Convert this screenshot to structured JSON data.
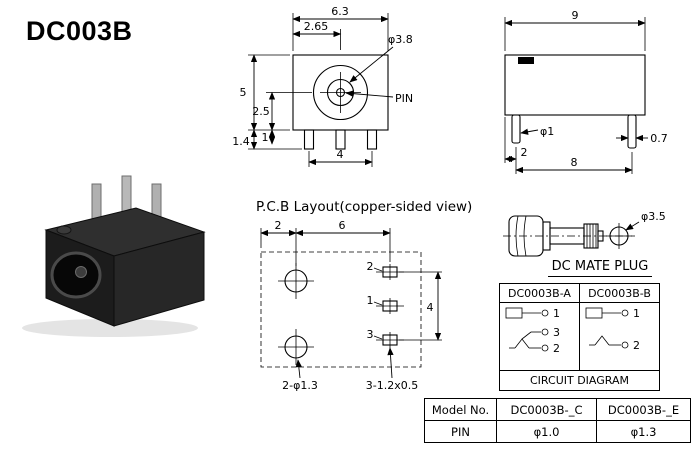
{
  "title": "DC003B",
  "colors": {
    "line": "#000000",
    "paper": "#ffffff"
  },
  "front_view": {
    "dim_width_top": "6.3",
    "dim_inner_offset": "2.65",
    "dim_height": "5",
    "dim_center_height": "2.5",
    "dim_pin_length": "1.4",
    "dim_pin_short": "1",
    "dim_pin_span": "4",
    "label_hole_dia": "φ3.8",
    "label_pin": "PIN"
  },
  "side_view": {
    "dim_width": "9",
    "label_pin_dia": "φ1",
    "dim_pin_offset": "2",
    "dim_pin_span": "8",
    "dim_tail": "0.7"
  },
  "pcb_layout": {
    "caption": "P.C.B Layout(copper-sided view)",
    "dim_left": "2",
    "dim_span": "6",
    "dim_pad_span": "4",
    "pad_labels": [
      "2",
      "1",
      "3"
    ],
    "label_holes": "2-φ1.3",
    "label_slots": "3-1.2x0.5"
  },
  "mate_plug": {
    "label": "DC MATE PLUG",
    "dim_dia": "φ3.5"
  },
  "circuit_table": {
    "header_a": "DC0003B-A",
    "header_b": "DC0003B-B",
    "caption": "CIRCUIT DIAGRAM",
    "pins_a": [
      "1",
      "3",
      "2"
    ],
    "pins_b": [
      "1",
      "2"
    ]
  },
  "model_table": {
    "headers": [
      "Model No.",
      "DC0003B-_C",
      "DC0003B-_E"
    ],
    "row_pin": [
      "PIN",
      "φ1.0",
      "φ1.3"
    ]
  }
}
